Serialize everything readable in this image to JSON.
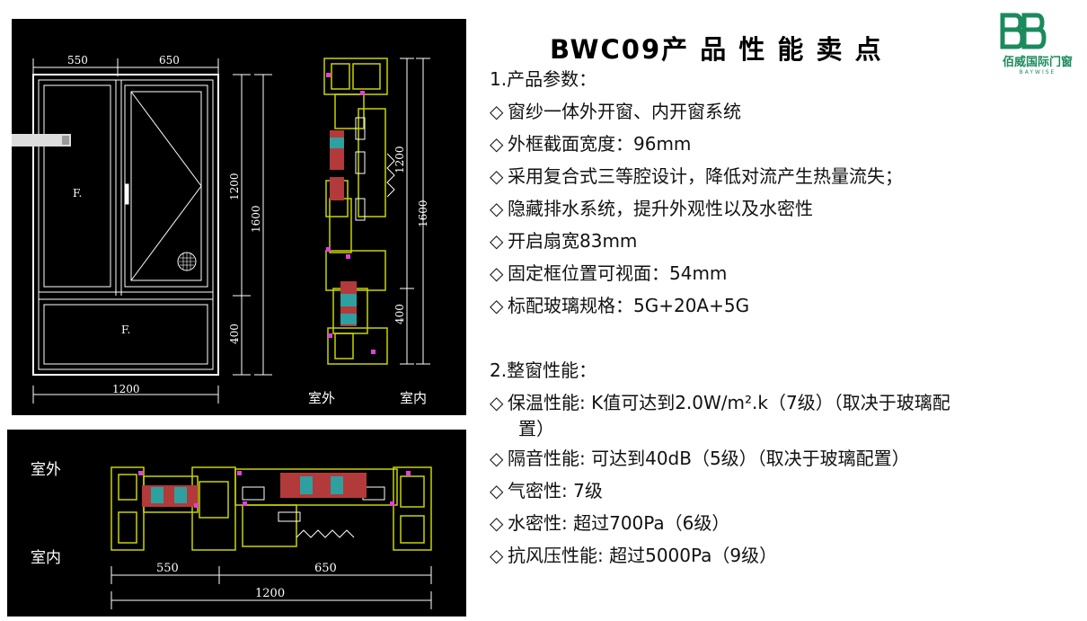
{
  "title": "BWC09产 品 性 能 卖 点",
  "logo": {
    "name": "佰威国际门窗",
    "en": "BAYWISE"
  },
  "section1": {
    "heading": "1.产品参数：",
    "items": [
      "窗纱一体外开窗、内开窗系统",
      "外框截面宽度：96mm",
      "采用复合式三等腔设计，降低对流产生热量流失；",
      "隐藏排水系统，提升外观性以及水密性",
      "开启扇宽83mm",
      "固定框位置可视面：54mm",
      "标配玻璃规格：5G+20A+5G"
    ]
  },
  "section2": {
    "heading": "2.整窗性能：",
    "items": [
      {
        "main": "保温性能: K值可达到2.0W/m².k（7级）（取决于玻璃配",
        "cont": "置）"
      },
      {
        "main": "隔音性能: 可达到40dB（5级）（取决于玻璃配置）"
      },
      {
        "main": "气密性: 7级"
      },
      {
        "main": "水密性: 超过700Pa（6级）"
      },
      {
        "main": "抗风压性能: 超过5000Pa（9级）"
      }
    ]
  },
  "bullet": "◇",
  "drawing_elevation": {
    "dim_top_left": "550",
    "dim_top_right": "650",
    "dim_bottom": "1200",
    "dim_right_upper": "1200",
    "dim_right_total": "1600",
    "dim_right_lower": "400",
    "fixed_upper": "F.",
    "fixed_lower": "F.",
    "section_dim_upper": "1200",
    "section_dim_total": "1600",
    "section_dim_lower": "400",
    "label_outside": "室外",
    "label_inside": "室内"
  },
  "drawing_plan": {
    "label_outside": "室外",
    "label_inside": "室内",
    "dim_left": "550",
    "dim_right": "650",
    "dim_total": "1200"
  },
  "colors": {
    "cad_bg": "#000000",
    "cad_line": "#ffffff",
    "profile": "#c8d400",
    "glass_red": "#b33a3a",
    "seal": "#e040e0",
    "brand": "#1b8a5c"
  }
}
